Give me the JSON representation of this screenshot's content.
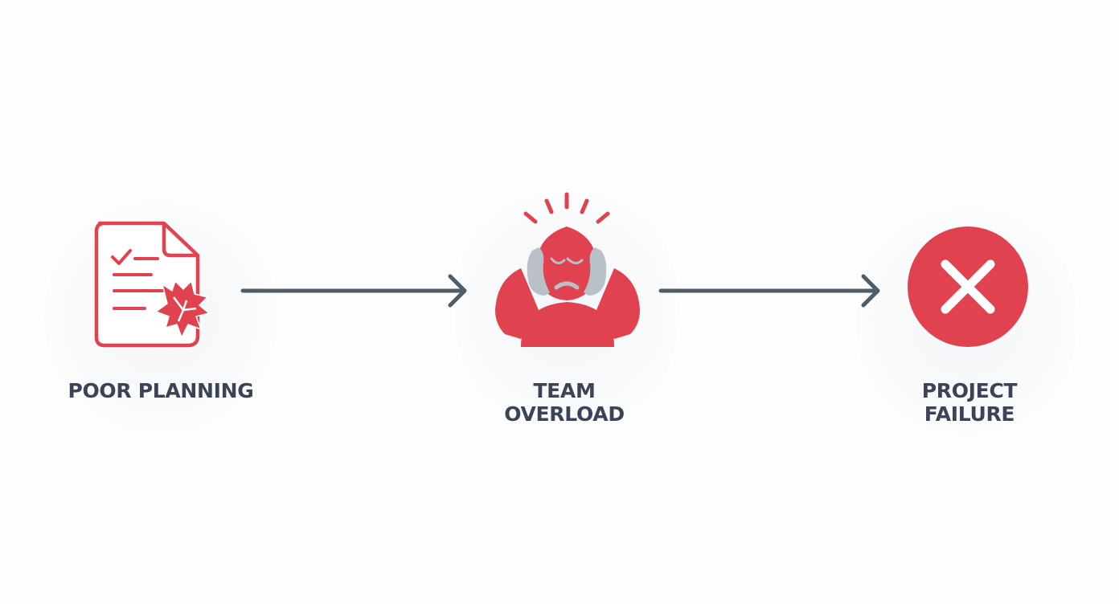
{
  "colors": {
    "accent": "#e0434f",
    "text": "#3b4356",
    "arrow": "#4f5d66",
    "hands": "#b9c0c8"
  },
  "steps": [
    {
      "label_lines": [
        "POOR PLANNING"
      ],
      "icon": "torn-checklist-document-icon"
    },
    {
      "label_lines": [
        "TEAM",
        "OVERLOAD"
      ],
      "icon": "stressed-person-icon"
    },
    {
      "label_lines": [
        "PROJECT",
        "FAILURE"
      ],
      "icon": "x-circle-icon"
    }
  ],
  "connectors": [
    "arrow-right-icon",
    "arrow-right-icon"
  ]
}
